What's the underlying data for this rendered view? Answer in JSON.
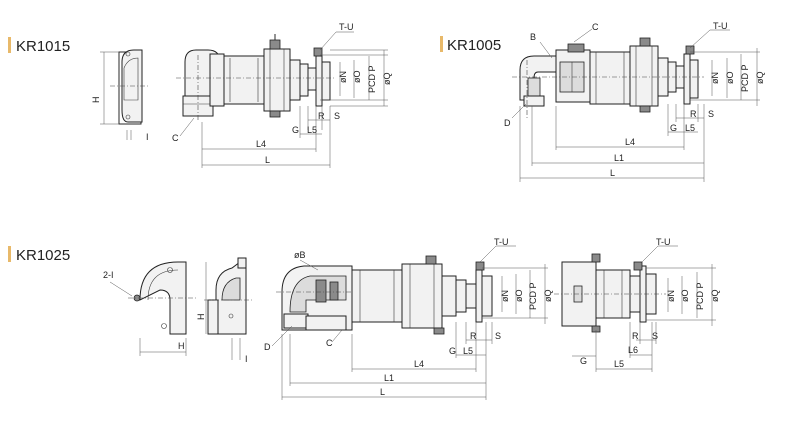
{
  "models": {
    "kr1015": "KR1015",
    "kr1005": "KR1005",
    "kr1025": "KR1025"
  },
  "labels": {
    "t_u": "T-U",
    "h": "H",
    "i": "I",
    "c": "C",
    "b": "B",
    "d": "D",
    "g": "G",
    "l": "L",
    "l1": "L1",
    "l4": "L4",
    "l5": "L5",
    "l6": "L6",
    "r": "R",
    "s": "S",
    "n": "øN",
    "o": "øO",
    "p": "PCD P",
    "q": "øQ",
    "ob": "øB",
    "two_i": "2-I"
  },
  "colors": {
    "title_bar": "#e8b96a",
    "line": "#2a2a2a"
  }
}
